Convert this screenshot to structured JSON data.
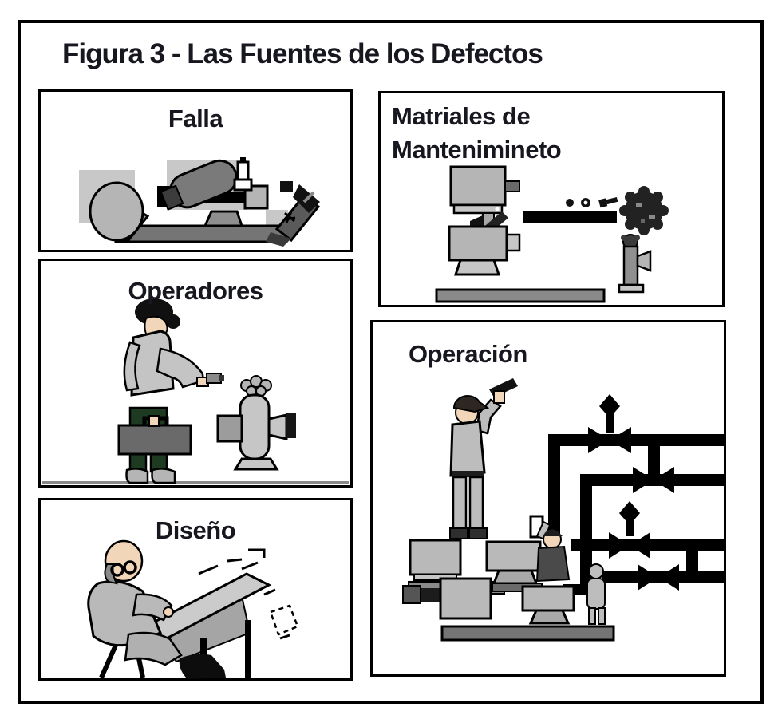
{
  "title": "Figura 3 - Las Fuentes de los Defectos",
  "panels": {
    "falla": {
      "label": "Falla"
    },
    "materiales": {
      "label_line1": "Matriales de",
      "label_line2": "Mantenimineto"
    },
    "operadores": {
      "label": "Operadores"
    },
    "diseno": {
      "label": "Diseño"
    },
    "operacion": {
      "label": "Operación"
    }
  },
  "illustrations": {
    "falla": "fallen-broken-machine",
    "materiales": "pump-units-pipe-bolts-gear-and-valve",
    "operadores": "worker-carrying-toolbox-next-to-valve",
    "diseno": "draftsman-at-drawing-table",
    "operacion": "workers-operating-pumps-with-valve-piping"
  },
  "colors": {
    "text": "#17171f",
    "border": "#000000",
    "machine_light": "#b5b5b5",
    "machine_mid": "#8a8a8a",
    "machine_dark": "#6a6a6a",
    "base_gray": "#757575",
    "shadow_gray": "#c8c8c8",
    "pipe_black": "#000000",
    "pants_green": "#1e3a20",
    "skin": "#f2d6ba",
    "background": "#ffffff"
  }
}
